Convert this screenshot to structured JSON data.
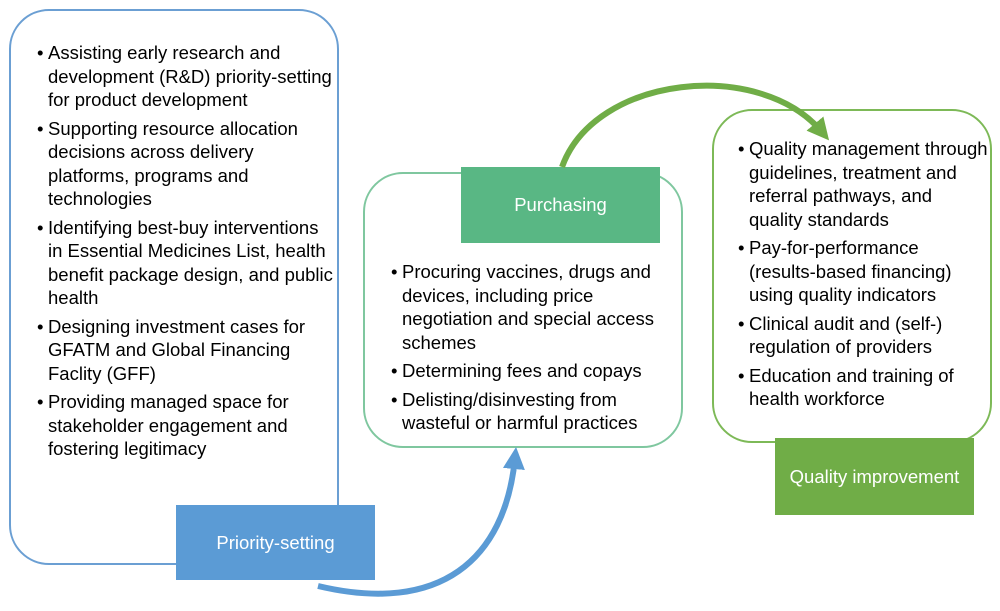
{
  "stages": {
    "priority_setting": {
      "label": "Priority-setting",
      "color": "#5b9bd5",
      "items": [
        "Assisting early research and development (R&D) priority-setting for product development",
        "Supporting resource allocation decisions across delivery platforms, programs and technologies",
        "Identifying best-buy interventions in Essential Medicines List, health benefit package design, and public health",
        "Designing investment cases for GFATM and Global Financing Faclity (GFF)",
        "Providing managed space for stakeholder engagement and fostering legitimacy"
      ]
    },
    "purchasing": {
      "label": "Purchasing",
      "color": "#59b784",
      "items": [
        "Procuring vaccines, drugs and devices, including price negotiation and special access schemes",
        "Determining fees and copays",
        "Delisting/disinvesting from wasteful or harmful practices"
      ]
    },
    "quality_improvement": {
      "label": "Quality improvement",
      "color": "#70ad47",
      "items": [
        "Quality management through guidelines, treatment and referral pathways, and quality standards",
        "Pay-for-performance (results-based financing) using quality indicators",
        "Clinical audit and (self-) regulation of providers",
        "Education and training of health workforce"
      ]
    }
  },
  "bullet_glyph": "•"
}
